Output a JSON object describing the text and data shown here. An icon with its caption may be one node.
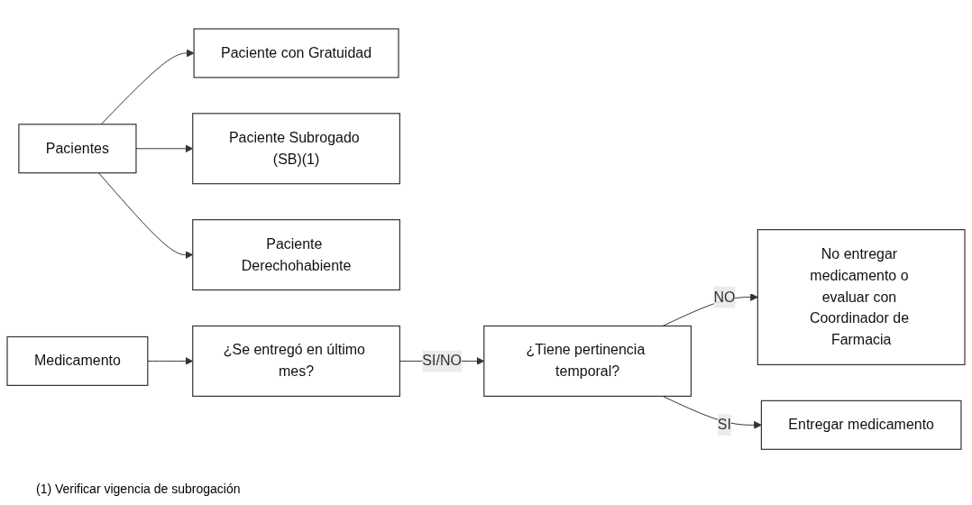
{
  "diagram": {
    "nodes": [
      {
        "text": [
          "Pacientes"
        ]
      },
      {
        "text": [
          "Paciente con Gratuidad"
        ]
      },
      {
        "text": [
          "Paciente Subrogado (SB)(1)"
        ]
      },
      {
        "text": [
          "Paciente Derechohabiente"
        ]
      },
      {
        "text": [
          "Medicamento"
        ]
      },
      {
        "text": [
          "¿Se entregó en último mes?"
        ]
      },
      {
        "text": [
          "¿Tiene pertinencia temporal?"
        ]
      },
      {
        "text": [
          "No entregar medicamento o evaluar con Coordinador de Farmacia"
        ]
      },
      {
        "text": [
          "Entregar medicamento"
        ]
      }
    ],
    "edges": [
      {
        "from": 0,
        "to": 1,
        "arrow": "to"
      },
      {
        "from": 0,
        "to": 2,
        "arrow": "to"
      },
      {
        "from": 0,
        "to": 3,
        "arrow": "to"
      },
      {
        "from": 4,
        "to": 5,
        "arrow": "to"
      },
      {
        "from": 5,
        "to": 6,
        "label": "SI/NO",
        "arrow": "to"
      },
      {
        "from": 6,
        "to": 7,
        "label": "NO",
        "arrow": "to"
      },
      {
        "from": 6,
        "to": 8,
        "label": "SI",
        "arrow": "to"
      }
    ],
    "labels": [
      "(1) Verificar vigencia de subrogación"
    ]
  }
}
